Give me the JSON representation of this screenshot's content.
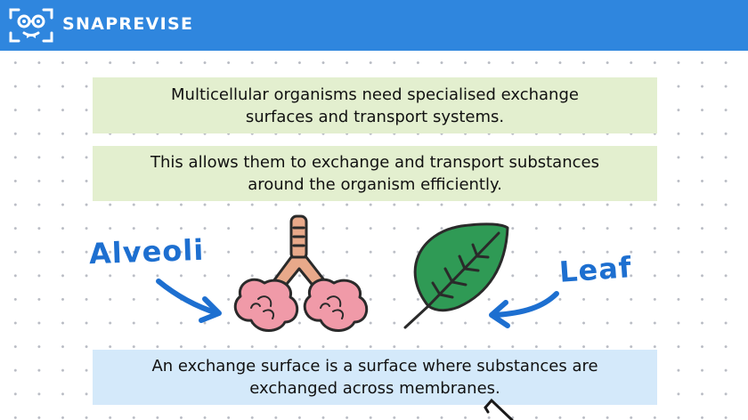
{
  "header": {
    "brand": "SNAPREVISE",
    "logo_icon": "glasses-face-icon",
    "bg_color": "#2f86de"
  },
  "panels": {
    "top": {
      "line1": "Multicellular organisms need specialised exchange",
      "line2": "surfaces and transport systems.",
      "color": "#e3efcf"
    },
    "middle": {
      "line1": "This allows them to exchange and transport substances",
      "line2": "around the organism efficiently.",
      "color": "#e3efcf"
    },
    "bottom": {
      "line1": "An exchange surface is a surface where substances are",
      "line2": "exchanged across membranes.",
      "color": "#d4e9fa"
    }
  },
  "illustrations": {
    "alveoli_label": "Alveoli",
    "leaf_label": "Leaf",
    "label_color": "#1d6fd0",
    "icons": [
      "lungs-alveoli-icon",
      "leaf-icon",
      "arrow-icon",
      "pencil-icon"
    ]
  }
}
